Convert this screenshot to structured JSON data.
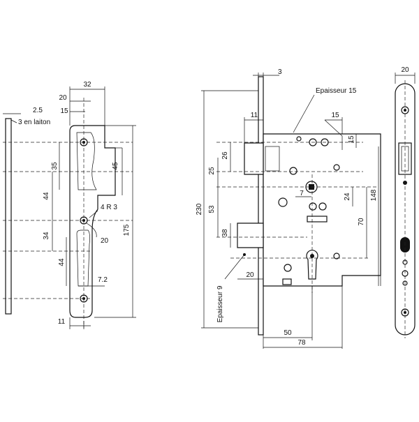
{
  "strike_plate": {
    "dims": {
      "d32": "32",
      "d20": "20",
      "d15": "15",
      "d2_5": "2.5",
      "note_brass": "3 en laiton",
      "d35": "35",
      "d45": "45",
      "d44a": "44",
      "d34": "34",
      "d44b": "44",
      "radius": "4 R 3",
      "d20b": "20",
      "d175": "175",
      "d7_2": "7.2",
      "d11": "11"
    }
  },
  "lock_body": {
    "dims": {
      "d3": "3",
      "thickness15": "Epaisseur 15",
      "d11": "11",
      "d15": "15",
      "d15v": "15",
      "d26": "26",
      "d25": "25",
      "d230": "230",
      "d53": "53",
      "d7": "7",
      "d24": "24",
      "d148": "148",
      "d70": "70",
      "d38": "38",
      "d20": "20",
      "thickness9": "Epaisseur 9",
      "d50": "50",
      "d78": "78"
    }
  },
  "faceplate": {
    "dims": {
      "d20": "20"
    }
  }
}
